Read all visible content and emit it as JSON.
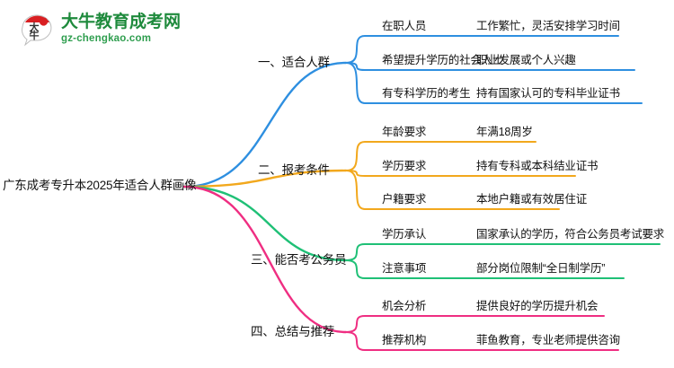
{
  "logo": {
    "mark_name": "daniu-bull-speech-bubble-logo",
    "title": "大牛教育成考网",
    "subtitle": "gz-chengkao.com",
    "title_color": "#1e8a3c",
    "subtitle_color": "#2f9e4f",
    "mark_color": "#d91f22"
  },
  "mindmap": {
    "root": {
      "label": "广东成考专升本2025年适合人群画像"
    },
    "branches": [
      {
        "label": "一、适合人群",
        "color": "#2e8fe0",
        "leaves": [
          {
            "key": "在职人员",
            "value": "工作繁忙，灵活安排学习时间"
          },
          {
            "key": "希望提升学历的社会人士",
            "value": "职业发展或个人兴趣"
          },
          {
            "key": "有专科学历的考生",
            "value": "持有国家认可的专科毕业证书"
          }
        ]
      },
      {
        "label": "二、报考条件",
        "color": "#f2a81d",
        "leaves": [
          {
            "key": "年龄要求",
            "value": "年满18周岁"
          },
          {
            "key": "学历要求",
            "value": "持有专科或本科结业证书"
          },
          {
            "key": "户籍要求",
            "value": "本地户籍或有效居住证"
          }
        ]
      },
      {
        "label": "三、能否考公务员",
        "color": "#1fc076",
        "leaves": [
          {
            "key": "学历承认",
            "value": "国家承认的学历，符合公务员考试要求"
          },
          {
            "key": "注意事项",
            "value": "部分岗位限制“全日制学历”"
          }
        ]
      },
      {
        "label": "四、总结与推荐",
        "color": "#ef2e82",
        "leaves": [
          {
            "key": "机会分析",
            "value": "提供良好的学历提升机会"
          },
          {
            "key": "推荐机构",
            "value": "菲鱼教育，专业老师提供咨询"
          }
        ]
      }
    ]
  }
}
